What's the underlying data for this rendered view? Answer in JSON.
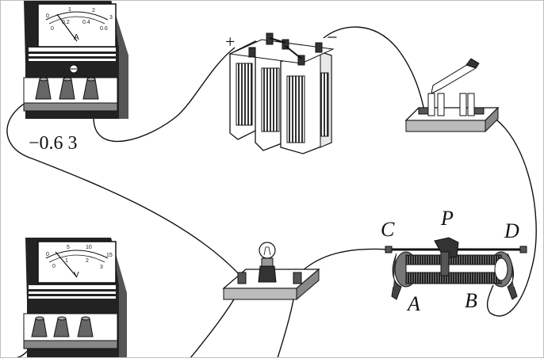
{
  "ammeter": {
    "unit": "A",
    "scale_top": [
      "0",
      "1",
      "2",
      "3"
    ],
    "scale_bottom": [
      "0",
      "0.2",
      "0.4",
      "0.6"
    ],
    "terminal_label": "−0.6 3"
  },
  "voltmeter": {
    "unit": "V",
    "scale_top": [
      "0",
      "5",
      "10",
      "15"
    ],
    "scale_bottom": [
      "0",
      "1",
      "2",
      "3"
    ]
  },
  "battery": {
    "plus": "+",
    "minus": "−"
  },
  "rheostat": {
    "C": "C",
    "P": "P",
    "D": "D",
    "A": "A",
    "B": "B"
  }
}
